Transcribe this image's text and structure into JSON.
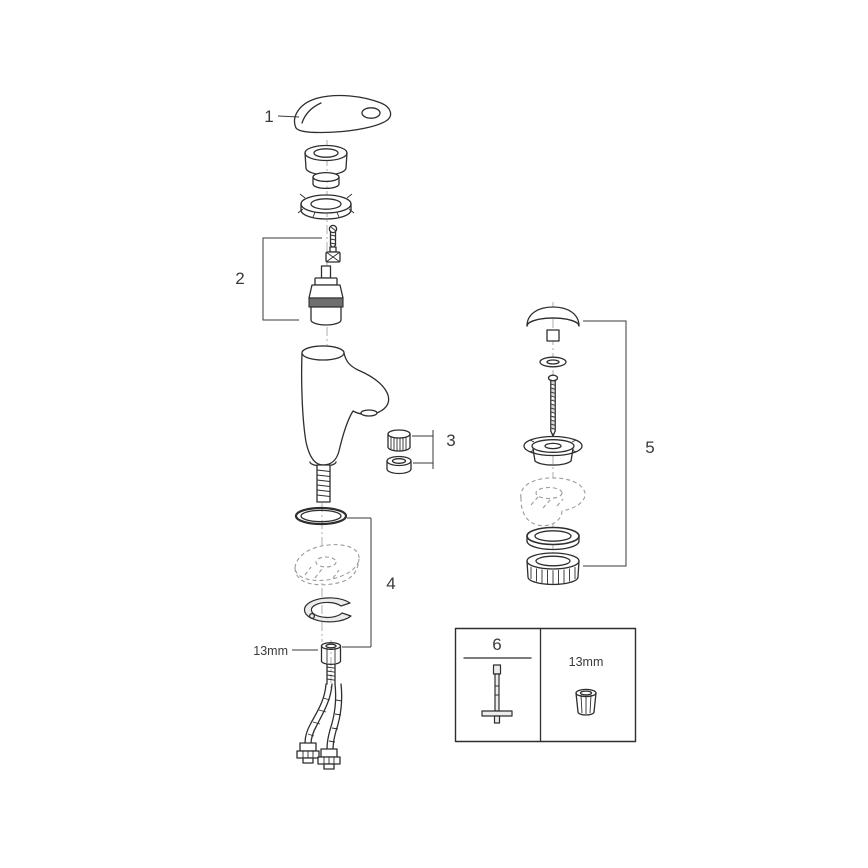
{
  "diagram": {
    "background_color": "#ffffff",
    "line_color": "#2e2e2e",
    "ghost_color": "#9b9b9b",
    "labels": {
      "part1": "1",
      "part2": "2",
      "part3": "3",
      "part4": "4",
      "part5": "5",
      "part6": "6",
      "callout_13mm": "13mm",
      "box_13mm": "13mm"
    }
  }
}
